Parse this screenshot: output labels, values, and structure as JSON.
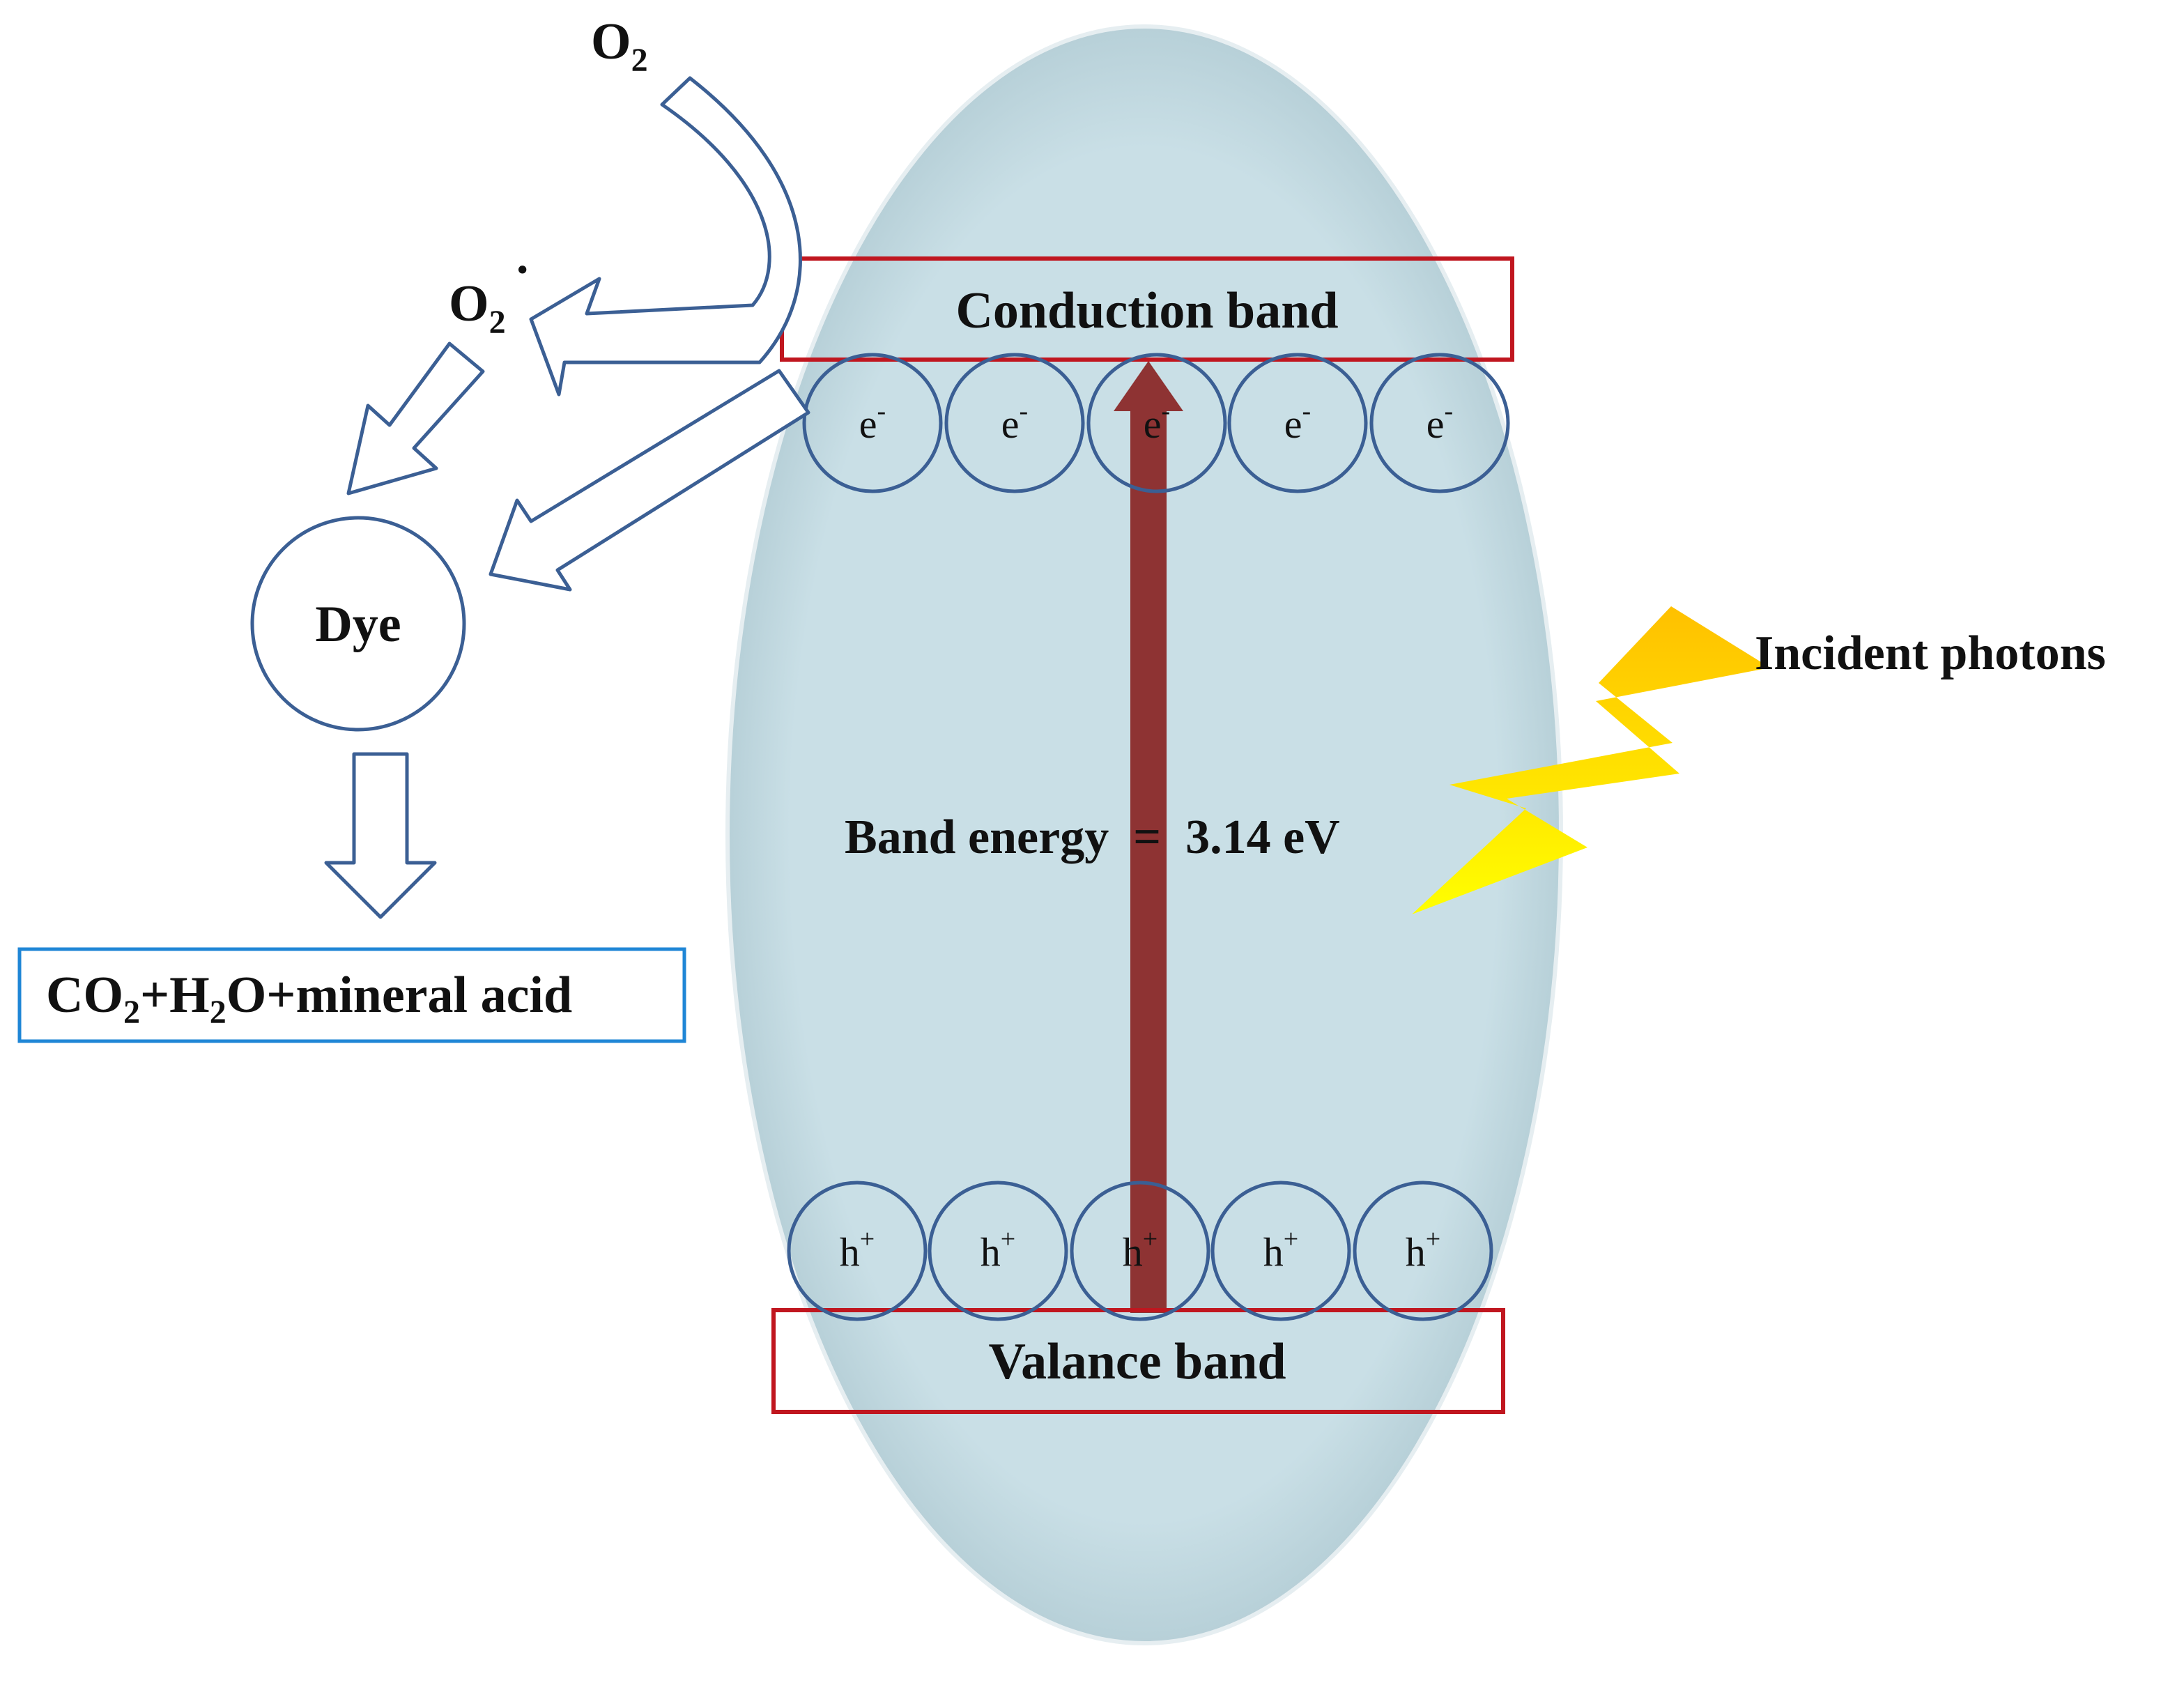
{
  "colors": {
    "ellipse_fill": "#c9dfe6",
    "band_box": "#c0161f",
    "circle_stroke": "#3b5f94",
    "energy_arrow": "#8e3333",
    "hollow_arrow": "#3b5f94",
    "product_box": "#1f86d6",
    "bolt_top": "#ffc000",
    "bolt_bottom": "#ffff00"
  },
  "labels": {
    "o2_main": "O",
    "o2_sub": "2",
    "o2_radical_main": "O",
    "o2_radical_sub": "2",
    "o2_radical_dot": "·",
    "conduction_band": "Conduction band",
    "valence_band": "Valance band",
    "dye": "Dye",
    "band_energy": "Band energy  =  3.14 eV",
    "incident_photons": "Incident photons"
  },
  "products": {
    "co": "CO",
    "sub1": "2",
    "plus_h": "+H",
    "sub2": "2",
    "rest": "O+mineral acid"
  },
  "electrons": [
    {
      "base": "e",
      "sup": "-"
    },
    {
      "base": "e",
      "sup": "-"
    },
    {
      "base": "e",
      "sup": "-"
    },
    {
      "base": "e",
      "sup": "-"
    },
    {
      "base": "e",
      "sup": "-"
    }
  ],
  "holes": [
    {
      "base": "h",
      "sup": "+"
    },
    {
      "base": "h",
      "sup": "+"
    },
    {
      "base": "h",
      "sup": "+"
    },
    {
      "base": "h",
      "sup": "+"
    },
    {
      "base": "h",
      "sup": "+"
    }
  ]
}
